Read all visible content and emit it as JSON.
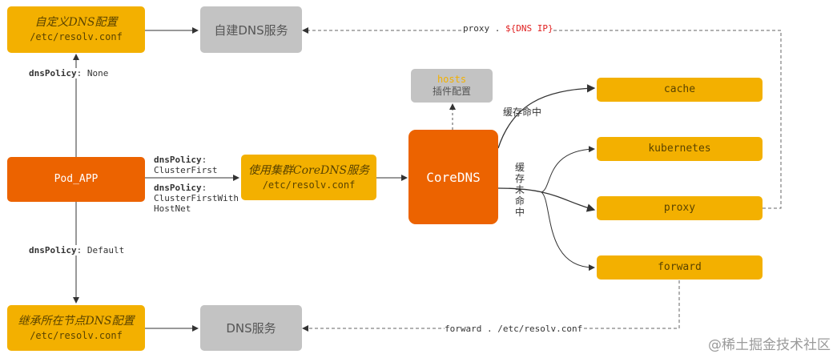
{
  "nodes": {
    "custom_dns": {
      "title": "自定义DNS配置",
      "path": "/etc/resolv.conf"
    },
    "self_dns_service": {
      "label": "自建DNS服务"
    },
    "pod_app": {
      "label": "Pod_APP"
    },
    "cluster_coredns": {
      "title": "使用集群CoreDNS服务",
      "path": "/etc/resolv.conf"
    },
    "coredns": {
      "label": "CoreDNS"
    },
    "hosts_plugin": {
      "title": "hosts",
      "subtitle": "插件配置"
    },
    "inherit_node_dns": {
      "title": "继承所在节点DNS配置",
      "path": "/etc/resolv.conf"
    },
    "dns_service": {
      "label": "DNS服务"
    },
    "plugins": [
      "cache",
      "kubernetes",
      "proxy",
      "forward"
    ]
  },
  "edges": {
    "policy_none": {
      "key": "dnsPolicy",
      "value": ": None"
    },
    "policy_default": {
      "key": "dnsPolicy",
      "value": ": Default"
    },
    "policy_cluster_first": {
      "key": "dnsPolicy",
      "value": ":",
      "line2": "ClusterFirst"
    },
    "policy_cluster_first_with_host_net": {
      "key": "dnsPolicy",
      "value": ":",
      "line2": "ClusterFirstWith",
      "line3": "HostNet"
    },
    "proxy_label": {
      "prefix": "proxy .",
      "value": "${DNS IP}"
    },
    "forward_label": "forward . /etc/resolv.conf",
    "cache_hit": "缓存命中",
    "cache_miss": [
      "缓",
      "存",
      "未",
      "命",
      "中"
    ]
  },
  "watermark": "@稀土掘金技术社区",
  "colors": {
    "yellow": "#f3b000",
    "orange": "#ec6300",
    "gray": "#c3c3c3",
    "red": "#e02020"
  }
}
